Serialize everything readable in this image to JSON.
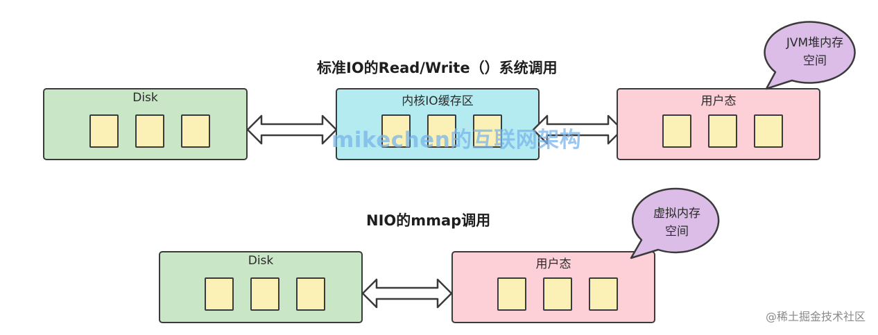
{
  "diagram1": {
    "title": "标准IO的Read/Write（）系统调用",
    "disk_label": "Disk",
    "kernel_label": "内核IO缓存区",
    "user_label": "用户态",
    "bubble_lines": [
      "JVM堆内存",
      "空间"
    ]
  },
  "diagram2": {
    "title": "NIO的mmap调用",
    "disk_label": "Disk",
    "user_label": "用户态",
    "bubble_lines": [
      "虚拟内存",
      "空间"
    ]
  },
  "watermark": "mikechen的互联网架构",
  "credit": "@稀土掘金技术社区",
  "colors": {
    "disk": "#c9e6c6",
    "kernel": "#b4ebf0",
    "user": "#fdd0d8",
    "cell": "#fbf1b6",
    "bubble": "#dcbde8"
  }
}
